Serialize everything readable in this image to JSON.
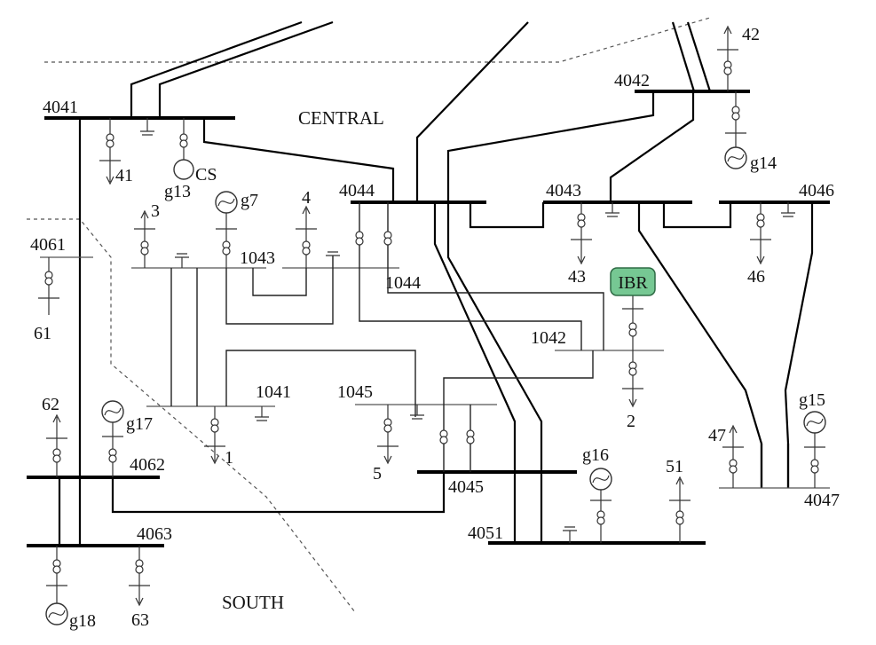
{
  "regions": {
    "central": "CENTRAL",
    "south": "SOUTH"
  },
  "buses": {
    "b4041": "4041",
    "b4042": "4042",
    "b4043": "4043",
    "b4044": "4044",
    "b4045": "4045",
    "b4046": "4046",
    "b4047": "4047",
    "b4051": "4051",
    "b4061": "4061",
    "b4062": "4062",
    "b4063": "4063",
    "b1041": "1041",
    "b1042": "1042",
    "b1043": "1043",
    "b1044": "1044",
    "b1045": "1045"
  },
  "loads": {
    "l41": "41",
    "l42": "42",
    "l43": "43",
    "l46": "46",
    "l47": "47",
    "l51": "51",
    "l61": "61",
    "l62": "62",
    "l63": "63",
    "l1": "1",
    "l2": "2",
    "l3": "3",
    "l4": "4",
    "l5": "5"
  },
  "generators": {
    "g7": "g7",
    "g13": "g13",
    "g14": "g14",
    "g15": "g15",
    "g16": "g16",
    "g17": "g17",
    "g18": "g18",
    "cs": "CS"
  },
  "ibr": "IBR"
}
